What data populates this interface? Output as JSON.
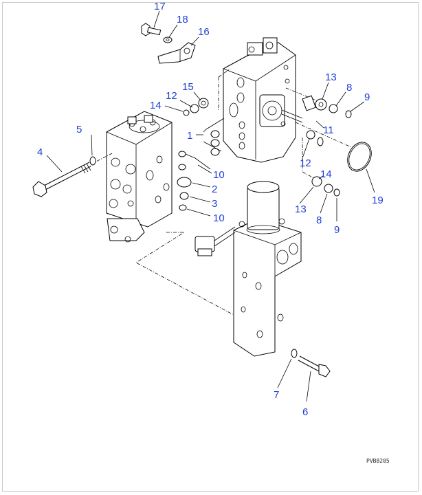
{
  "callouts": [
    {
      "id": "c17a",
      "text": "17"
    },
    {
      "id": "c18",
      "text": "18"
    },
    {
      "id": "c16",
      "text": "16"
    },
    {
      "id": "c15",
      "text": "15"
    },
    {
      "id": "c12a",
      "text": "12"
    },
    {
      "id": "c14a",
      "text": "14"
    },
    {
      "id": "c13a",
      "text": "13"
    },
    {
      "id": "c8a",
      "text": "8"
    },
    {
      "id": "c9a",
      "text": "9"
    },
    {
      "id": "c11",
      "text": "11"
    },
    {
      "id": "c5",
      "text": "5"
    },
    {
      "id": "c4",
      "text": "4"
    },
    {
      "id": "c1",
      "text": "1"
    },
    {
      "id": "c10a",
      "text": "10"
    },
    {
      "id": "c2",
      "text": "2"
    },
    {
      "id": "c3",
      "text": "3"
    },
    {
      "id": "c10b",
      "text": "10"
    },
    {
      "id": "c12b",
      "text": "12"
    },
    {
      "id": "c14b",
      "text": "14"
    },
    {
      "id": "c13b",
      "text": "13"
    },
    {
      "id": "c8b",
      "text": "8"
    },
    {
      "id": "c9b",
      "text": "9"
    },
    {
      "id": "c19",
      "text": "19"
    },
    {
      "id": "c7",
      "text": "7"
    },
    {
      "id": "c6",
      "text": "6"
    }
  ],
  "drawing_code": "PVB8205",
  "colors": {
    "callout": "#1f3fd6",
    "line": "#000000",
    "frame": "#c8c8c8"
  }
}
